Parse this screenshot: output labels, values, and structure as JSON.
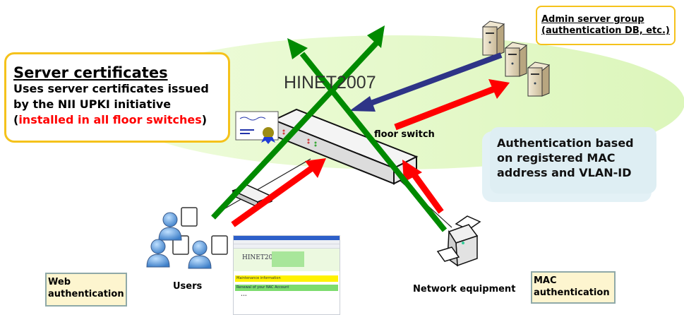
{
  "network_label": "HINET2007",
  "certificates_callout": {
    "title": "Server certificates",
    "line1": "Uses server certificates issued",
    "line2": "by the NII UPKI initiative",
    "line3_open": "(",
    "line3_highlight": "installed in all floor switches",
    "line3_close": ")",
    "highlight_color": "#ff0000"
  },
  "admin_callout": {
    "line1": "Admin server group",
    "line2": "(authentication DB, etc.)"
  },
  "mac_registration_callout": {
    "line1": "Authentication based",
    "line2": "on registered MAC",
    "line3": "address and VLAN-ID"
  },
  "labels": {
    "floor_switch": "floor switch",
    "users": "Users",
    "network_equipment": "Network equipment"
  },
  "tags": {
    "web_auth": {
      "line1": "Web",
      "line2": "authentication"
    },
    "mac_auth": {
      "line1": "MAC",
      "line2": "authentication"
    }
  },
  "browser_screenshot": {
    "logo": "HINET2007",
    "notice_text": "Maintenance information",
    "banner_text": "Renewal of your NAC Account"
  },
  "icons": {
    "servers": "server-tower-icon",
    "switch": "network-switch-icon",
    "hub": "hub-icon",
    "users": "user-workstations-icon",
    "printer": "printer-icon",
    "certificate": "certificate-icon"
  },
  "colors": {
    "red_arrow": "#ff0000",
    "blue_arrow": "#2e3487",
    "green_arrow": "#008a00",
    "network_cloud": "#e6f9c8",
    "callout_border": "#f5c21b",
    "tag_fill": "#fdf5cf"
  }
}
